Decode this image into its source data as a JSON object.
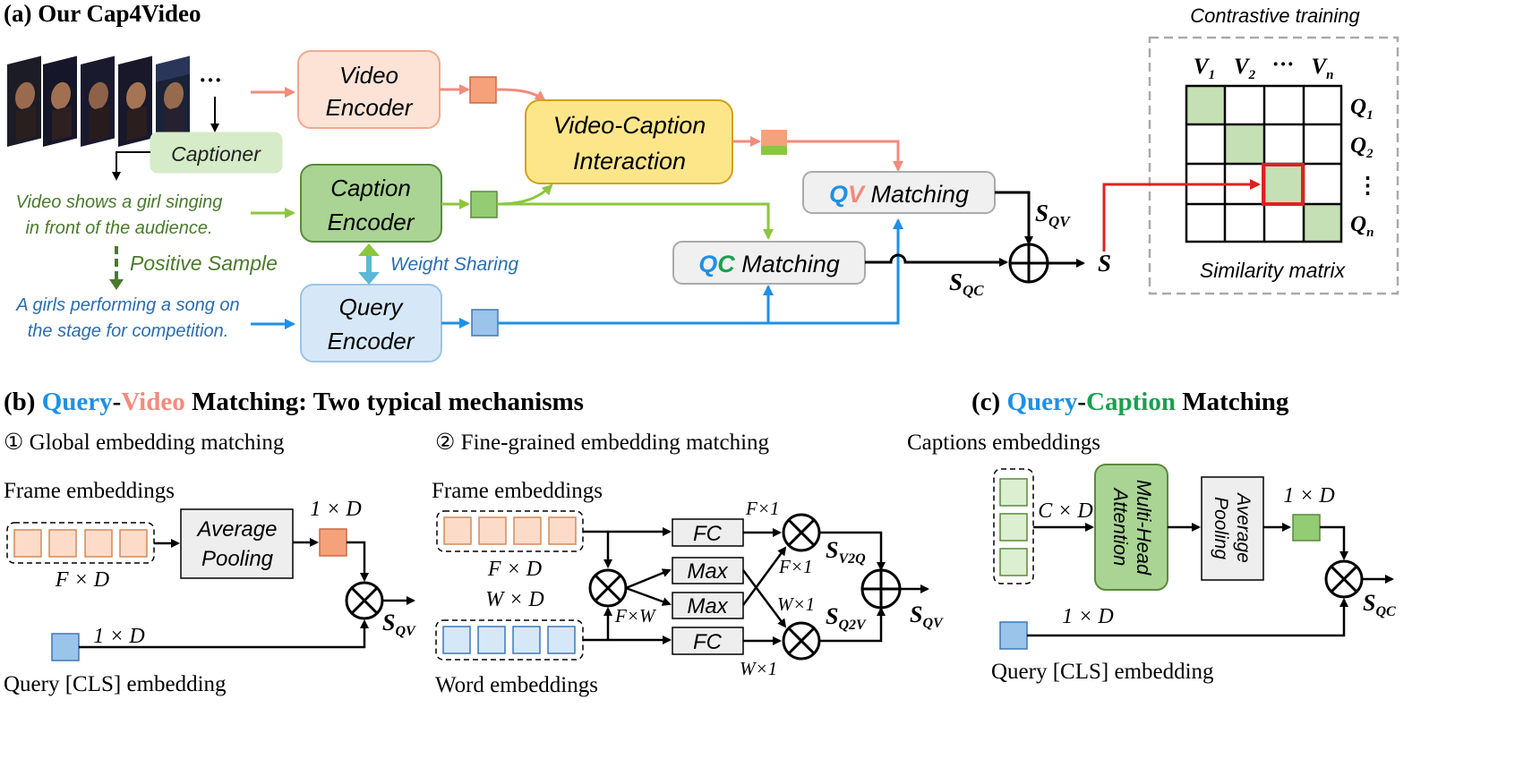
{
  "colors": {
    "video": "#f28b7d",
    "caption": "#8cc63f",
    "query": "#1e90e6",
    "caption_text": "#4a7a2c",
    "query_text": "#2a6db0",
    "red": "#e02020",
    "green_dark": "#1aa050"
  },
  "panel_a": {
    "title": "(a) Our Cap4Video",
    "ellipsis": "···",
    "captioner": "Captioner",
    "video_encoder": [
      "Video",
      "Encoder"
    ],
    "caption_encoder": [
      "Caption",
      "Encoder"
    ],
    "query_encoder": [
      "Query",
      "Encoder"
    ],
    "vc_interaction": [
      "Video-Caption",
      "Interaction"
    ],
    "caption_text": [
      "Video shows a girl singing",
      "in front of the audience."
    ],
    "query_text": [
      "A girls performing a song on",
      "the stage for competition."
    ],
    "positive_sample": "Positive Sample",
    "weight_sharing": "Weight Sharing",
    "qv_matching": {
      "q": "Q",
      "v": "V",
      "rest": " Matching"
    },
    "qc_matching": {
      "q": "Q",
      "c": "C",
      "rest": " Matching"
    },
    "s_qv": {
      "s": "S",
      "sub": "QV"
    },
    "s_qc": {
      "s": "S",
      "sub": "QC"
    },
    "s": "S",
    "contrastive_title": "Contrastive training",
    "similarity_label": "Similarity matrix",
    "v_labels": [
      {
        "s": "V",
        "sub": "1"
      },
      {
        "s": "V",
        "sub": "2"
      },
      {
        "s": "···",
        "sub": ""
      },
      {
        "s": "V",
        "sub": "n"
      }
    ],
    "q_labels": [
      {
        "s": "Q",
        "sub": "1"
      },
      {
        "s": "Q",
        "sub": "2"
      },
      {
        "s": "⋮",
        "sub": ""
      },
      {
        "s": "Q",
        "sub": "n"
      }
    ]
  },
  "panel_b": {
    "title": {
      "prefix": "(b) ",
      "query": "Query",
      "dash": "-",
      "video": "Video",
      "rest": " Matching: Two typical mechanisms"
    },
    "global_title": "① Global embedding matching",
    "fine_title": "② Fine-grained embedding matching",
    "frame_embeddings": "Frame embeddings",
    "word_embeddings": "Word embeddings",
    "query_cls": "Query [CLS] embedding",
    "average_pooling": [
      "Average",
      "Pooling"
    ],
    "fxd": "F × D",
    "wxd": "W × D",
    "one_x_d": "1 × D",
    "fc": "FC",
    "max": "Max",
    "fxw": "F×W",
    "f1": "F×1",
    "w1": "W×1",
    "s_qv": {
      "s": "S",
      "sub": "QV"
    },
    "s_v2q": {
      "s": "S",
      "sub": "V2Q"
    },
    "s_q2v": {
      "s": "S",
      "sub": "Q2V"
    }
  },
  "panel_c": {
    "title": {
      "prefix": "(c) ",
      "query": "Query",
      "dash": "-",
      "caption": "Caption",
      "rest": " Matching"
    },
    "captions_embeddings": "Captions embeddings",
    "cxd": "C × D",
    "mha": [
      "Multi-Head",
      "Attention"
    ],
    "avg_pool": [
      "Average",
      "Pooling"
    ],
    "one_x_d_top": "1 × D",
    "one_x_d_bottom": "1 × D",
    "query_cls": "Query [CLS] embedding",
    "s_qc": {
      "s": "S",
      "sub": "QC"
    }
  }
}
